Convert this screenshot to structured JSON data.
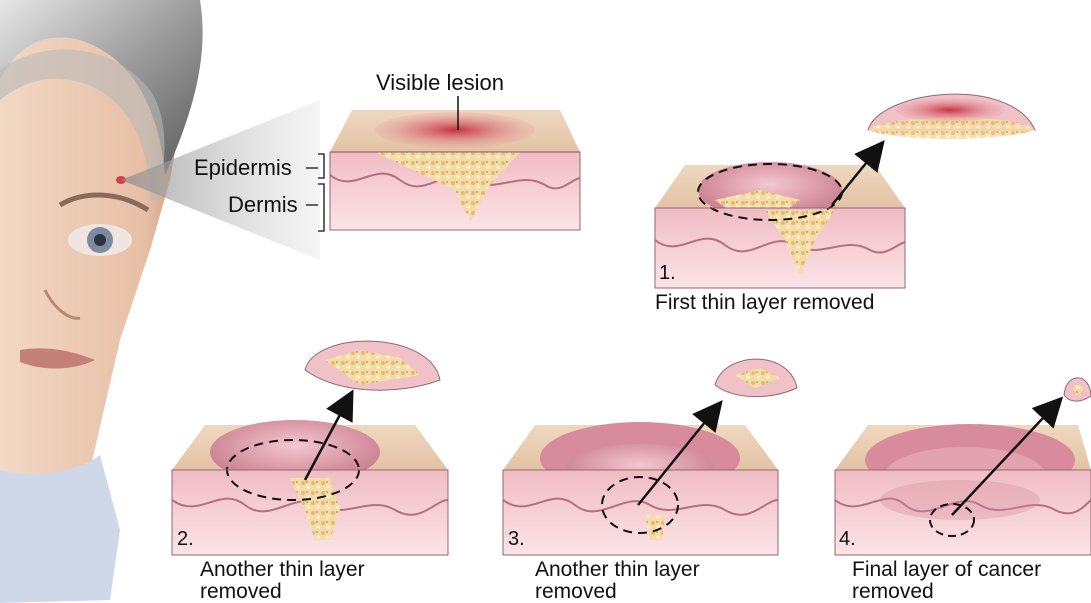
{
  "labels": {
    "visible_lesion": "Visible lesion",
    "epidermis": "Epidermis",
    "dermis": "Dermis"
  },
  "steps": [
    {
      "number": "1.",
      "caption_line1": "First thin layer removed",
      "caption_line2": ""
    },
    {
      "number": "2.",
      "caption_line1": "Another thin layer",
      "caption_line2": "removed"
    },
    {
      "number": "3.",
      "caption_line1": "Another thin layer",
      "caption_line2": "removed"
    },
    {
      "number": "4.",
      "caption_line1": "Final layer of cancer",
      "caption_line2": "removed"
    }
  ],
  "colors": {
    "skin_top": "#e9cdb0",
    "skin_side": "#f3c9cd",
    "dermis": "#f6d6da",
    "lesion": "#d9555f",
    "cancer": "#f1d59a",
    "cavity": "#d98a9b"
  }
}
